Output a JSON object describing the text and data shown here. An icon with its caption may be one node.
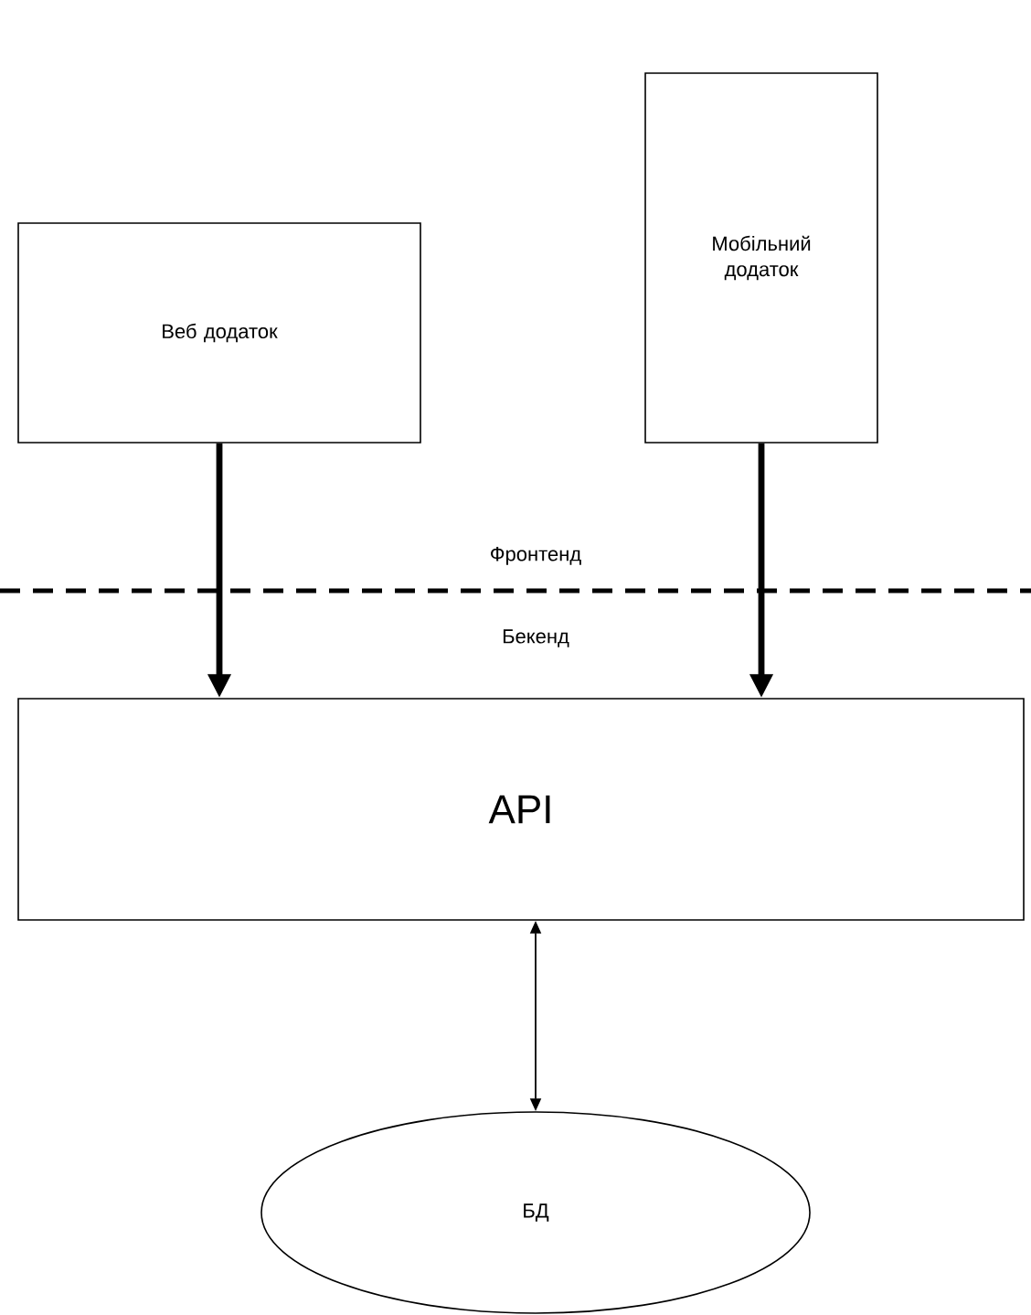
{
  "diagram": {
    "nodes": [
      {
        "text": [
          "Веб додаток"
        ]
      },
      {
        "text": [
          "Мобільний додаток"
        ]
      },
      {
        "text": [
          "API"
        ]
      },
      {
        "text": [
          "БД"
        ]
      }
    ],
    "edges": [
      {
        "from": 0,
        "to": 2,
        "arrow": "to"
      },
      {
        "from": 1,
        "to": 2,
        "arrow": "to"
      },
      {
        "from": 2,
        "to": 3,
        "arrow": "both"
      }
    ],
    "labels": [
      "Фронтенд",
      "Бекенд"
    ]
  }
}
